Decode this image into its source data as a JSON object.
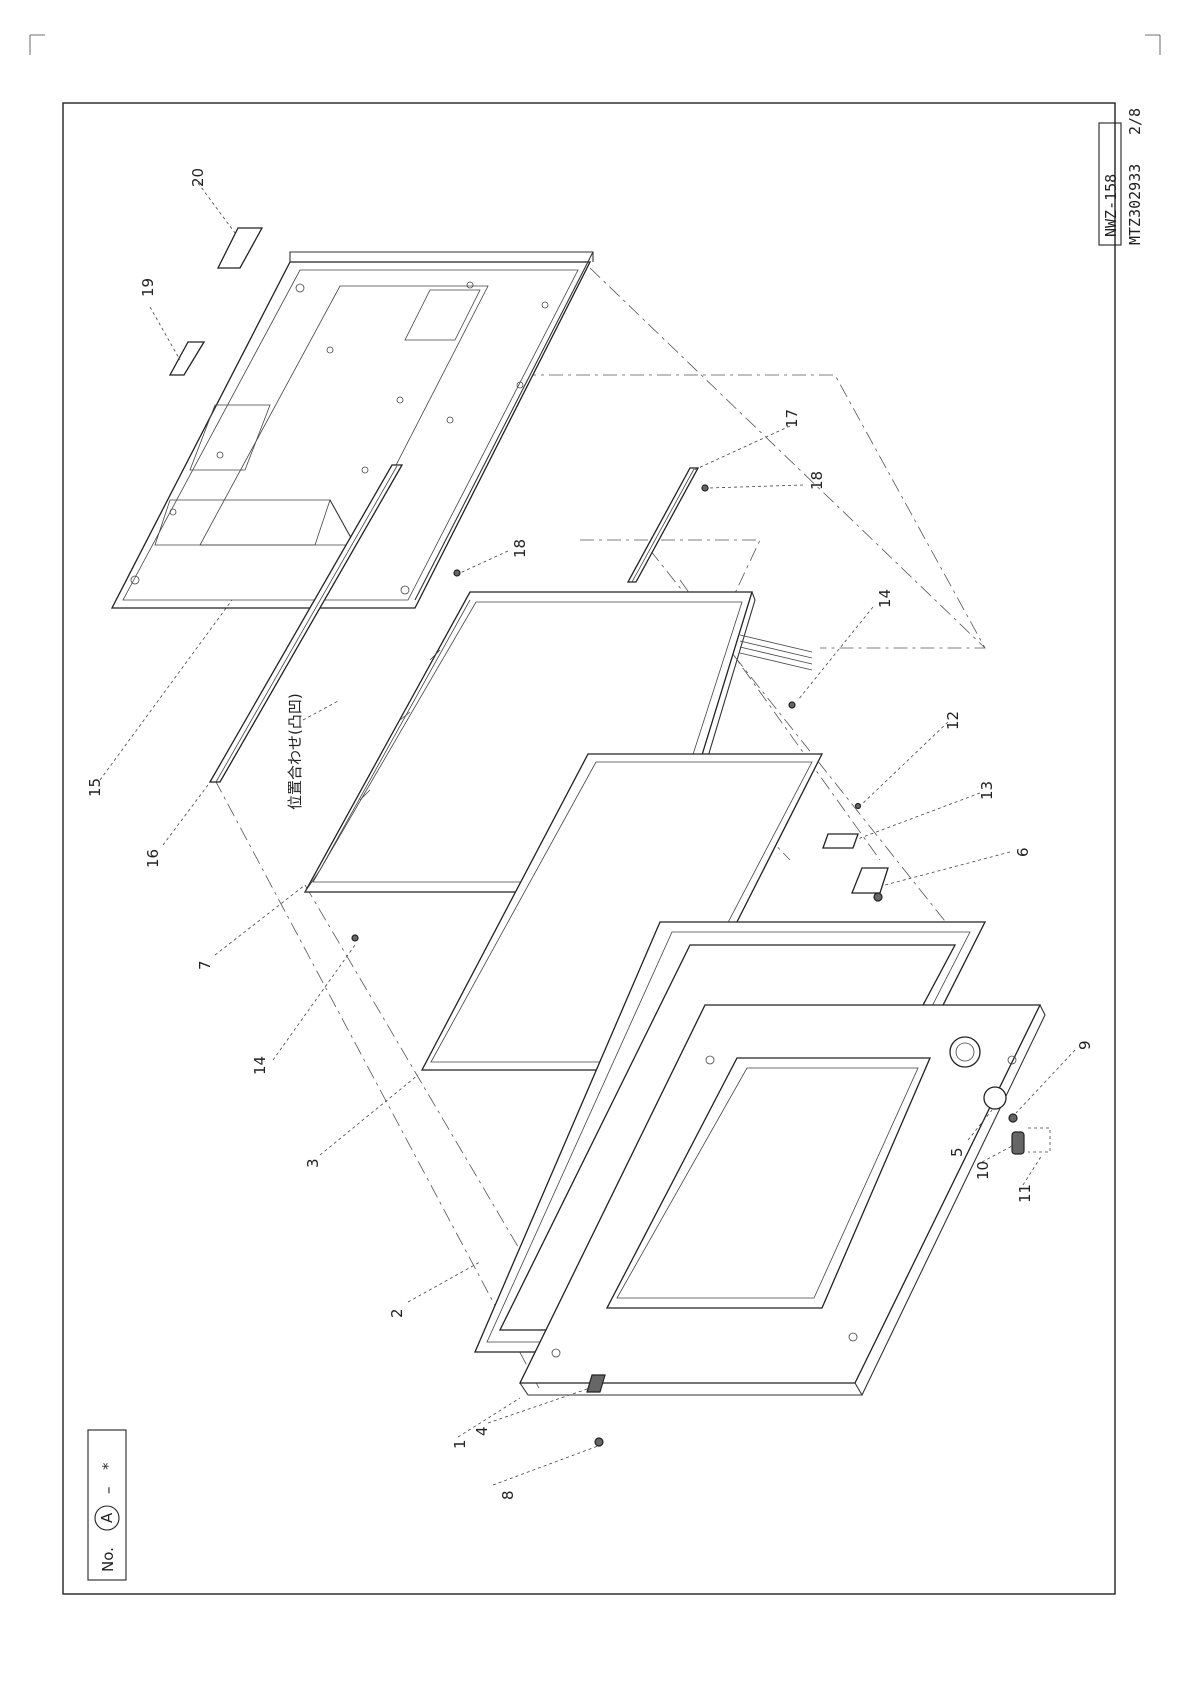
{
  "sheet": {
    "model_code": "NWZ-158",
    "drawing_code": "MTZ302933",
    "page": "2/8",
    "legend": {
      "prefix": "No.",
      "circle": "A",
      "dash": "–",
      "star": "*"
    }
  },
  "callouts": [
    "1",
    "2",
    "3",
    "4",
    "5",
    "6",
    "7",
    "8",
    "9",
    "10",
    "11",
    "12",
    "13",
    "14",
    "14",
    "15",
    "16",
    "17",
    "18",
    "18",
    "19",
    "20"
  ],
  "annotations": {
    "alignment_note": "位置合わせ(凸凹)"
  }
}
